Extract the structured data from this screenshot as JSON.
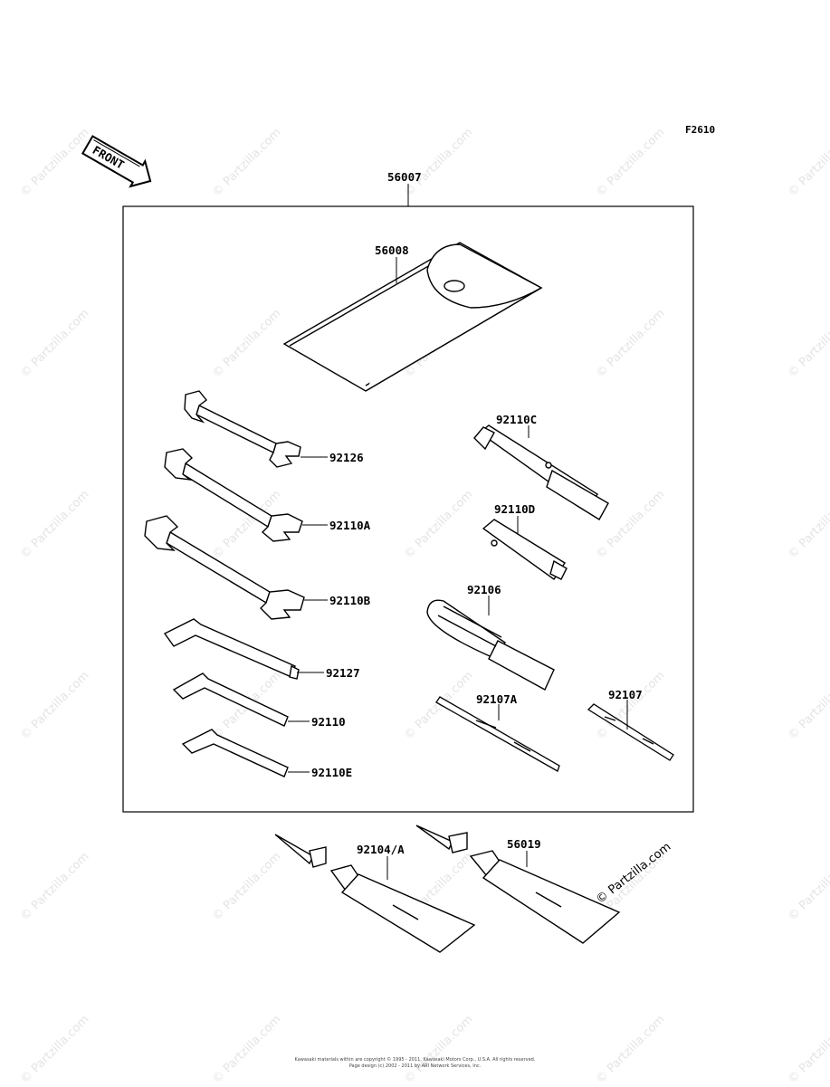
{
  "figure_code": "F2610",
  "direction_marker": "FRONT",
  "watermark": "Partzilla.com",
  "stamp": "© Partzilla.com",
  "parts": {
    "kit": "56007",
    "case": "56008",
    "wrench_a": "92126",
    "wrench_b": "92110A",
    "wrench_c": "92110B",
    "hex_a": "92127",
    "hex_b": "92110",
    "hex_c": "92110E",
    "socket_a": "92110C",
    "socket_b": "92110D",
    "handle": "92106",
    "bit_a": "92107A",
    "bit_b": "92107",
    "grease": "92104/A",
    "sealant": "56019"
  },
  "footer": {
    "line1": "Kawasaki materials within are copyright © 1995 - 2011, Kawasaki Motors Corp., U.S.A. All rights reserved.",
    "line2": "Page design (c) 2002 - 2011 by ARI Network Services, Inc."
  }
}
